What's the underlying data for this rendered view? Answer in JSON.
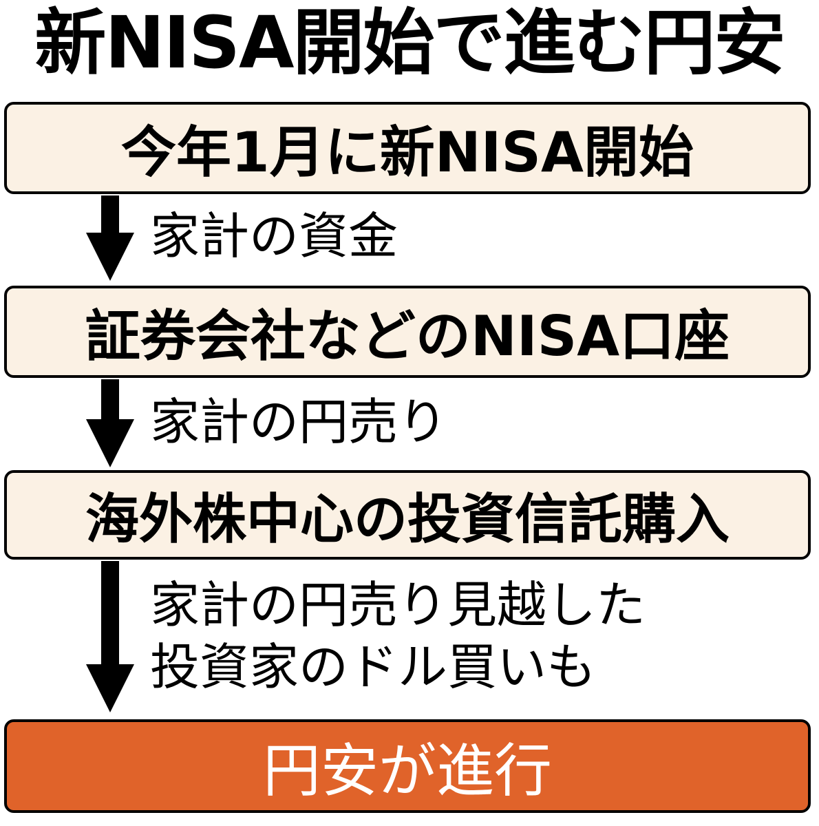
{
  "title": "新NISA開始で進む円安",
  "flow": {
    "steps": [
      {
        "label": "今年1月に新NISA開始",
        "bg_color": "#fbf1e4",
        "text_color": "#000000"
      },
      {
        "label": "証券会社などのNISA口座",
        "bg_color": "#fbf1e4",
        "text_color": "#000000"
      },
      {
        "label": "海外株中心の投資信託購入",
        "bg_color": "#fbf1e4",
        "text_color": "#000000"
      },
      {
        "label": "円安が進行",
        "bg_color": "#e0632a",
        "text_color": "#ffffff"
      }
    ],
    "arrows": [
      {
        "icon": "down-arrow-icon",
        "lines": [
          "家計の資金"
        ]
      },
      {
        "icon": "down-arrow-icon",
        "lines": [
          "家計の円売り"
        ]
      },
      {
        "icon": "down-arrow-icon",
        "lines": [
          "家計の円売り見越した",
          "投資家のドル買いも"
        ]
      }
    ]
  }
}
